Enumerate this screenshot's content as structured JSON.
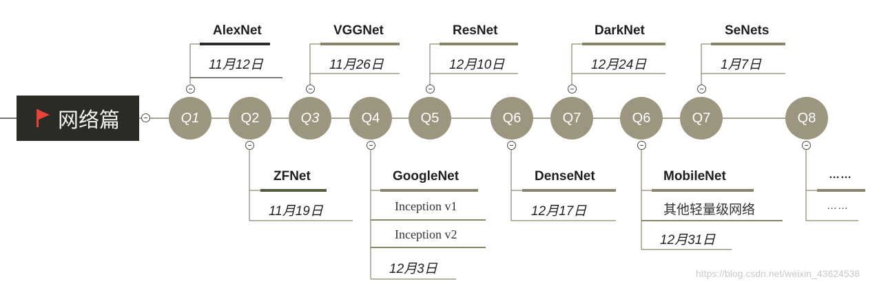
{
  "root": {
    "label": "网络篇",
    "icon": "flag-icon",
    "flag_color": "#e8423a",
    "bg_color": "#2b2b25"
  },
  "accent_color": "#9c9580",
  "nodes": [
    {
      "circle": "Q1",
      "title": "AlexNet",
      "date": "11月12日"
    },
    {
      "circle": "Q2",
      "title": "ZFNet",
      "date": "11月19日"
    },
    {
      "circle": "Q3",
      "title": "VGGNet",
      "date": "11月26日"
    },
    {
      "circle": "Q4",
      "title": "GoogleNet",
      "items": [
        "Inception v1",
        "Inception v2"
      ],
      "date": "12月3日"
    },
    {
      "circle": "Q5",
      "title": "ResNet",
      "date": "12月10日"
    },
    {
      "circle": "Q6",
      "title": "DenseNet",
      "date": "12月17日"
    },
    {
      "circle": "Q7",
      "title": "DarkNet",
      "date": "12月24日"
    },
    {
      "circle": "Q6",
      "title": "MobileNet",
      "items": [
        "其他轻量级网络"
      ],
      "date": "12月31日"
    },
    {
      "circle": "Q7",
      "title": "SeNets",
      "date": "1月7日"
    },
    {
      "circle": "Q8",
      "title": "……",
      "items": [
        "……"
      ]
    }
  ],
  "watermark": "https://blog.csdn.net/weixin_43624538"
}
